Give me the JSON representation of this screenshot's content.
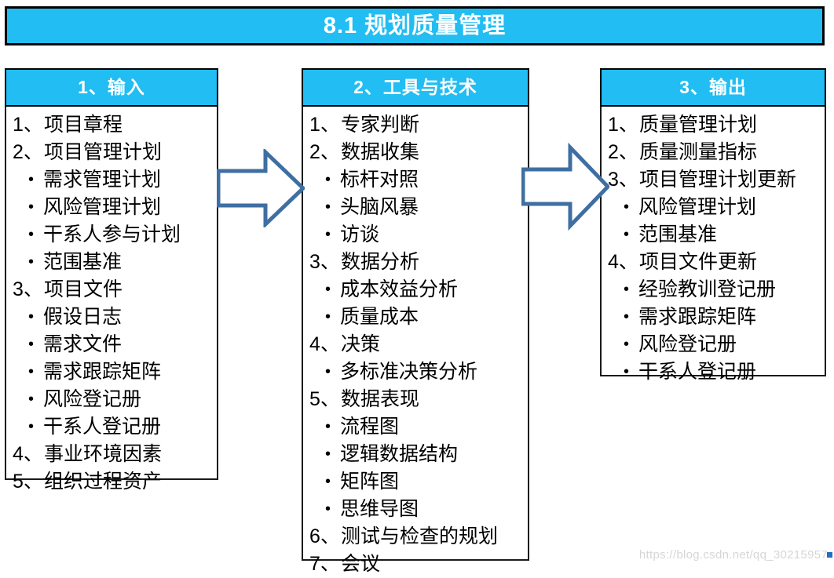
{
  "title": {
    "text": "8.1 规划质量管理"
  },
  "colors": {
    "header_cyan": "#22bdf2",
    "border_black": "#000000",
    "arrow_blue": "#3f6fa2",
    "text_black": "#000000",
    "header_text": "#ffffff",
    "watermark_gray": "#d6d6d6"
  },
  "columns": [
    {
      "id": "input",
      "header": "1、输入",
      "items": [
        {
          "level": 1,
          "num": "1、",
          "text": "项目章程"
        },
        {
          "level": 1,
          "num": "2、",
          "text": "项目管理计划"
        },
        {
          "level": 2,
          "num": "",
          "text": "需求管理计划"
        },
        {
          "level": 2,
          "num": "",
          "text": "风险管理计划"
        },
        {
          "level": 2,
          "num": "",
          "text": "干系人参与计划"
        },
        {
          "level": 2,
          "num": "",
          "text": "范围基准"
        },
        {
          "level": 1,
          "num": "3、",
          "text": "项目文件"
        },
        {
          "level": 2,
          "num": "",
          "text": "假设日志"
        },
        {
          "level": 2,
          "num": "",
          "text": "需求文件"
        },
        {
          "level": 2,
          "num": "",
          "text": "需求跟踪矩阵"
        },
        {
          "level": 2,
          "num": "",
          "text": "风险登记册"
        },
        {
          "level": 2,
          "num": "",
          "text": "干系人登记册"
        },
        {
          "level": 1,
          "num": "4、",
          "text": "事业环境因素"
        },
        {
          "level": 1,
          "num": "5、",
          "text": "组织过程资产"
        }
      ]
    },
    {
      "id": "tools",
      "header": "2、工具与技术",
      "items": [
        {
          "level": 1,
          "num": "1、",
          "text": "专家判断"
        },
        {
          "level": 1,
          "num": "2、",
          "text": "数据收集"
        },
        {
          "level": 2,
          "num": "",
          "text": "标杆对照"
        },
        {
          "level": 2,
          "num": "",
          "text": "头脑风暴"
        },
        {
          "level": 2,
          "num": "",
          "text": "访谈"
        },
        {
          "level": 1,
          "num": "3、",
          "text": "数据分析"
        },
        {
          "level": 2,
          "num": "",
          "text": "成本效益分析"
        },
        {
          "level": 2,
          "num": "",
          "text": "质量成本"
        },
        {
          "level": 1,
          "num": "4、",
          "text": "决策"
        },
        {
          "level": 2,
          "num": "",
          "text": "多标准决策分析"
        },
        {
          "level": 1,
          "num": "5、",
          "text": "数据表现"
        },
        {
          "level": 2,
          "num": "",
          "text": "流程图"
        },
        {
          "level": 2,
          "num": "",
          "text": "逻辑数据结构"
        },
        {
          "level": 2,
          "num": "",
          "text": "矩阵图"
        },
        {
          "level": 2,
          "num": "",
          "text": "思维导图"
        },
        {
          "level": 1,
          "num": "6、",
          "text": "测试与检查的规划"
        },
        {
          "level": 1,
          "num": "7、",
          "text": "会议"
        }
      ]
    },
    {
      "id": "output",
      "header": "3、输出",
      "items": [
        {
          "level": 1,
          "num": "1、",
          "text": "质量管理计划"
        },
        {
          "level": 1,
          "num": "2、",
          "text": "质量测量指标"
        },
        {
          "level": 1,
          "num": "3、",
          "text": "项目管理计划更新"
        },
        {
          "level": 2,
          "num": "",
          "text": "风险管理计划"
        },
        {
          "level": 2,
          "num": "",
          "text": "范围基准"
        },
        {
          "level": 1,
          "num": "4、",
          "text": "项目文件更新"
        },
        {
          "level": 2,
          "num": "",
          "text": "经验教训登记册"
        },
        {
          "level": 2,
          "num": "",
          "text": "需求跟踪矩阵"
        },
        {
          "level": 2,
          "num": "",
          "text": "风险登记册"
        },
        {
          "level": 2,
          "num": "",
          "text": "干系人登记册"
        }
      ]
    }
  ],
  "arrows": [
    {
      "id": "arrow-input-to-tools",
      "name": "right-arrow-icon"
    },
    {
      "id": "arrow-tools-to-output",
      "name": "right-arrow-icon"
    }
  ],
  "watermark": {
    "text": "https://blog.csdn.net/qq_30215957"
  }
}
